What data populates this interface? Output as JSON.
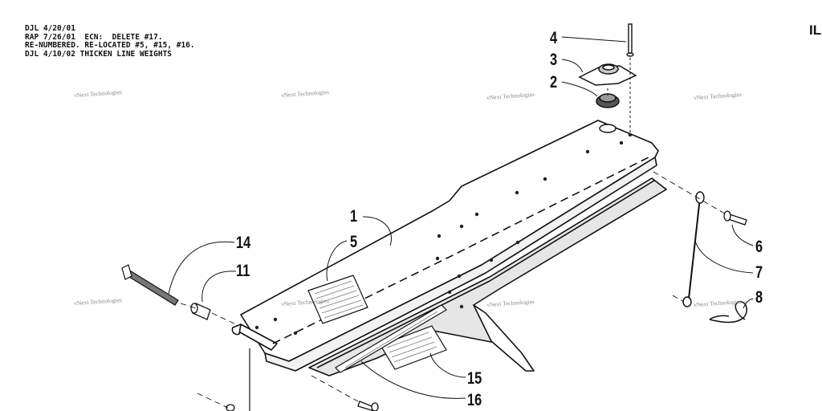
{
  "revision_notes": [
    "DJL 4/20/01",
    "RAP 7/26/01  ECN:  DELETE #17.",
    "RE-NUMBERED. RE-LOCATED #5, #15, #16.",
    "DJL 4/10/02 THICKEN LINE WEIGHTS"
  ],
  "corner_label": "IL",
  "watermark_text": "vNext Technologies",
  "callouts": [
    "1",
    "2",
    "3",
    "4",
    "5",
    "6",
    "7",
    "8",
    "11",
    "14",
    "15",
    "16"
  ],
  "colors": {
    "ink": "#111111",
    "shade": "#c9c9c9",
    "watermark": "#8a8a8a"
  }
}
